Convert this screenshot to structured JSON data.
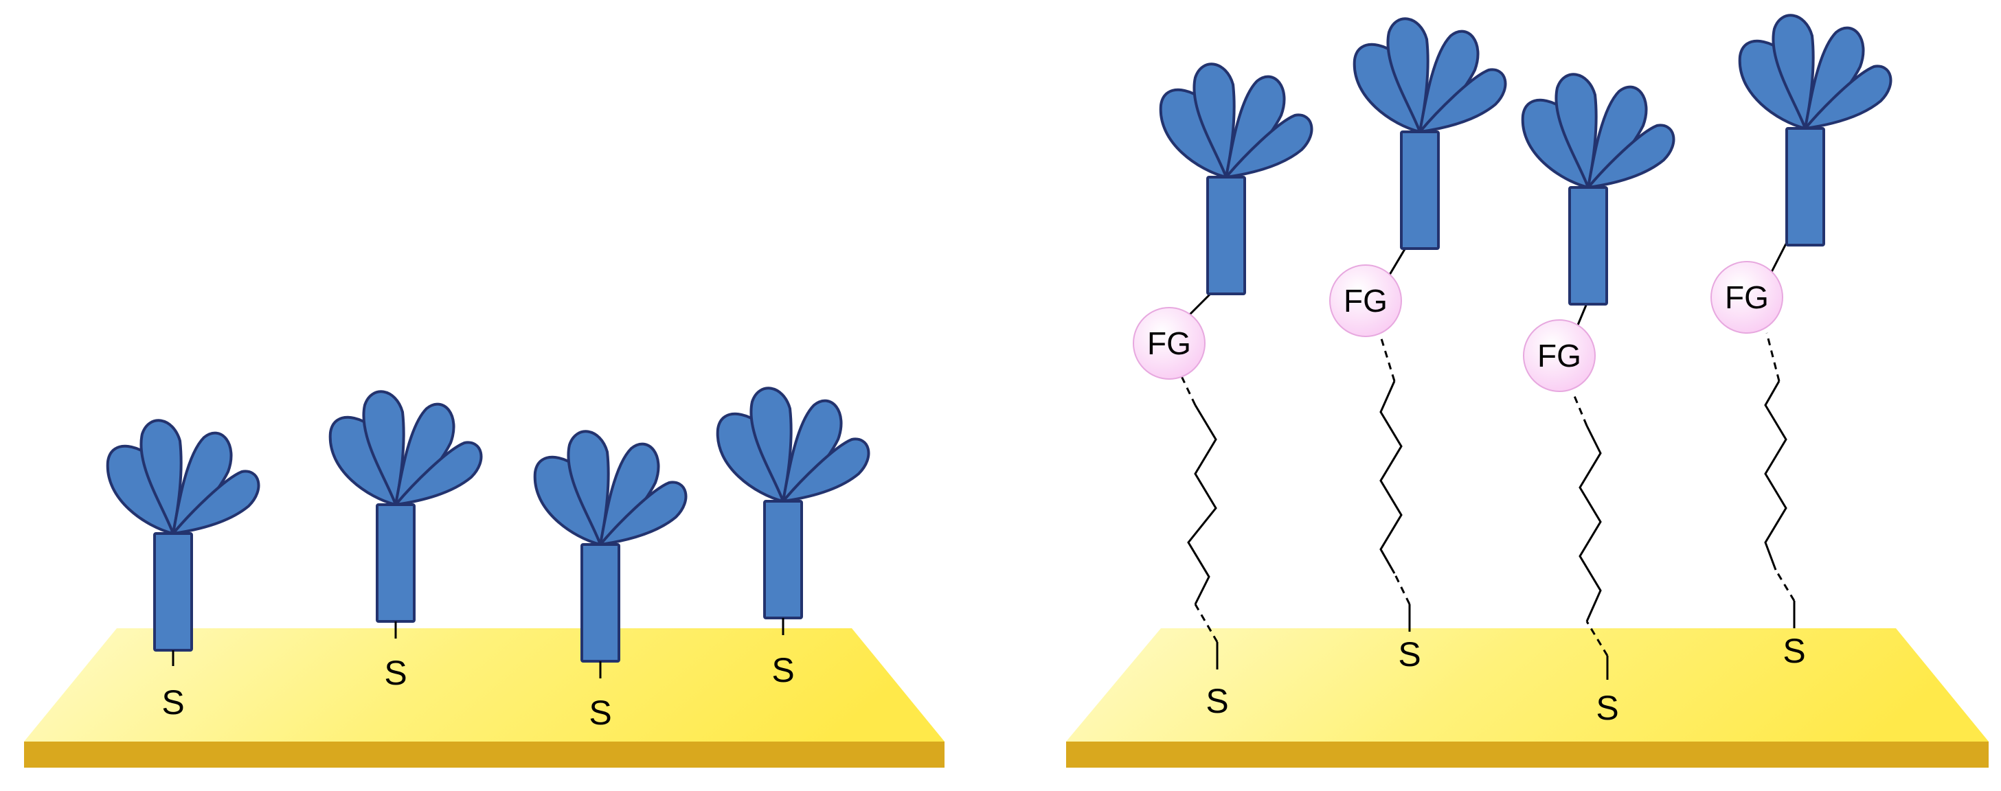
{
  "colors": {
    "gold_light": "#fffbc6",
    "gold_mid": "#fff27a",
    "gold_bright": "#ffe94a",
    "gold_edge": "#d9a81e",
    "protein_fill": "#4a80c4",
    "protein_stroke": "#23336e",
    "fg_fill": "#f9ccf3",
    "fg_stroke": "#e7a8df"
  },
  "left_panel": {
    "sulfur_labels": [
      "S",
      "S",
      "S",
      "S"
    ]
  },
  "right_panel": {
    "sulfur_labels": [
      "S",
      "S",
      "S",
      "S"
    ],
    "functional_group_labels": [
      "FG",
      "FG",
      "FG",
      "FG"
    ]
  }
}
